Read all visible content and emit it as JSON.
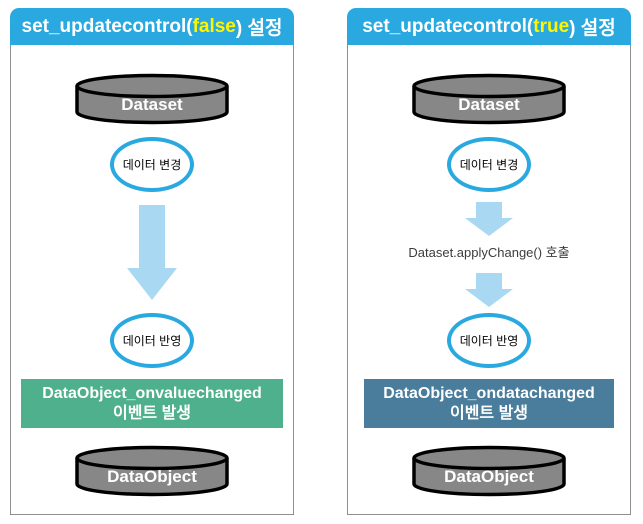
{
  "colors": {
    "header_blue": "#29A9E0",
    "title_highlight_yellow": "#FFF500",
    "ellipse_stroke_blue": "#29A9E0",
    "arrow_light_blue": "#A9D9F2",
    "event_box_green": "#4FB08D",
    "event_box_steel_blue": "#4A7C9C",
    "cylinder_gray": "#878787",
    "panel_border_gray": "#8F8F8F"
  },
  "panels": [
    {
      "title_prefix": "set_updatecontrol(",
      "title_arg": "false",
      "title_suffix": ") 설정",
      "top_cylinder_label": "Dataset",
      "step1_label": "데이터 변경",
      "step2_label": "데이터 반영",
      "event_box_line1": "DataObject_onvaluechanged",
      "event_box_line2": "이벤트 발생",
      "bottom_cylinder_label": "DataObject"
    },
    {
      "title_prefix": "set_updatecontrol(",
      "title_arg": "true",
      "title_suffix": ") 설정",
      "top_cylinder_label": "Dataset",
      "step1_label": "데이터 변경",
      "arrow_label": "Dataset.applyChange() 호출",
      "step2_label": "데이터 반영",
      "event_box_line1": "DataObject_ondatachanged",
      "event_box_line2": "이벤트 발생",
      "bottom_cylinder_label": "DataObject"
    }
  ]
}
